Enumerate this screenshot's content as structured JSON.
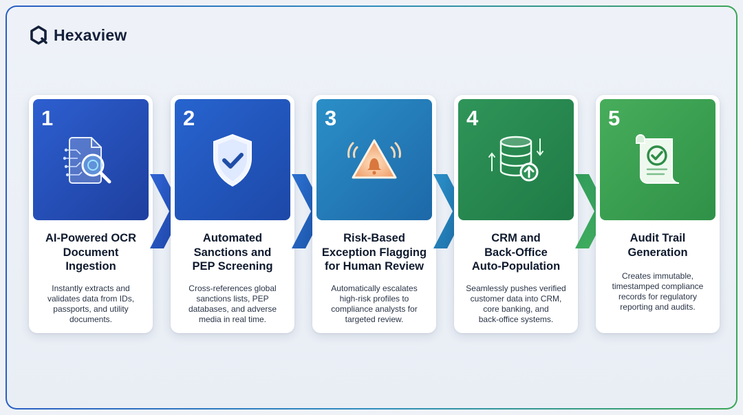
{
  "brand": {
    "name": "Hexaview",
    "logo_icon": "hexagon-logo-icon"
  },
  "steps": [
    {
      "number": "1",
      "title_lines": [
        "AI-Powered OCR",
        "Document",
        "Ingestion"
      ],
      "desc_lines": [
        "Instantly extracts and",
        "validates data from IDs,",
        "passports, and utility",
        "documents."
      ],
      "icon": "document-scan-icon",
      "color": "#2752c0"
    },
    {
      "number": "2",
      "title_lines": [
        "Automated",
        "Sanctions and",
        "PEP Screening"
      ],
      "desc_lines": [
        "Cross-references global",
        "sanctions lists, PEP",
        "databases, and adverse",
        "media in real time."
      ],
      "icon": "shield-check-icon",
      "color": "#2158bd"
    },
    {
      "number": "3",
      "title_lines": [
        "Risk-Based",
        "Exception Flagging",
        "for Human Review"
      ],
      "desc_lines": [
        "Automatically escalates",
        "high-risk profiles to",
        "compliance analysts for",
        "targeted review."
      ],
      "icon": "warning-bell-icon",
      "color": "#2580bb"
    },
    {
      "number": "4",
      "title_lines": [
        "CRM and",
        "Back-Office",
        "Auto-Population"
      ],
      "desc_lines": [
        "Seamlessly pushes verified",
        "customer data into CRM,",
        "core banking, and",
        "back-office systems."
      ],
      "icon": "database-sync-icon",
      "color": "#2a8a51"
    },
    {
      "number": "5",
      "title_lines": [
        "Audit Trail",
        "Generation"
      ],
      "desc_lines": [
        "Creates immutable,",
        "timestamped compliance",
        "records for regulatory",
        "reporting and audits."
      ],
      "icon": "scroll-check-icon",
      "color": "#3d9f52"
    }
  ],
  "connector_icon": "chevron-right-icon"
}
